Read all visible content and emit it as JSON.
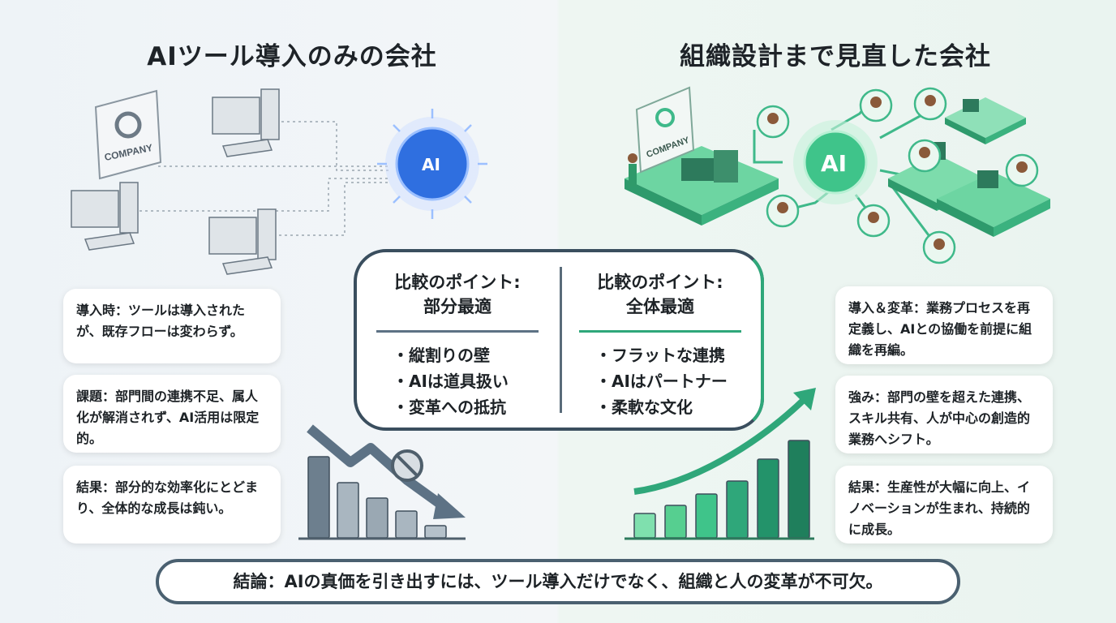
{
  "left": {
    "title": "AIツール導入のみの会社",
    "company_sign": "COMPANY",
    "ai_badge": "AI",
    "cards": [
      "導入時：ツールは導入されたが、既存フローは変わらず。",
      "課題：部門間の連携不足、属人化が解消されず、AI活用は限定的。",
      "結果：部分的な効率化にとどまり、全体的な成長は鈍い。"
    ],
    "chart_values": [
      100,
      68,
      49,
      33,
      15
    ]
  },
  "right": {
    "title": "組織設計まで見直した会社",
    "company_sign": "COMPANY",
    "ai_badge": "AI",
    "cards": [
      "導入＆変革：業務プロセスを再定義し、AIとの協働を前提に組織を再編。",
      "強み：部門の壁を超えた連携、スキル共有、人が中心の創造的業務へシフト。",
      "結果：生産性が大幅に向上、イノベーションが生まれ、持続的に成長。"
    ],
    "chart_values": [
      30,
      40,
      54,
      70,
      97,
      120
    ]
  },
  "compare": {
    "left_heading": "比較のポイント:\n部分最適",
    "left_items": [
      "縦割りの壁",
      "AIは道具扱い",
      "変革への抵抗"
    ],
    "right_heading": "比較のポイント:\n全体最適",
    "right_items": [
      "フラットな連携",
      "AIはパートナー",
      "柔軟な文化"
    ]
  },
  "conclusion": "結論：AIの真価を引き出すには、ツール導入だけでなく、組織と人の変革が不可欠。",
  "colors": {
    "left_accent": "#5d7285",
    "right_accent": "#2fa77a",
    "ai_blue": "#2f6fe0",
    "ai_green": "#3fc48a"
  }
}
